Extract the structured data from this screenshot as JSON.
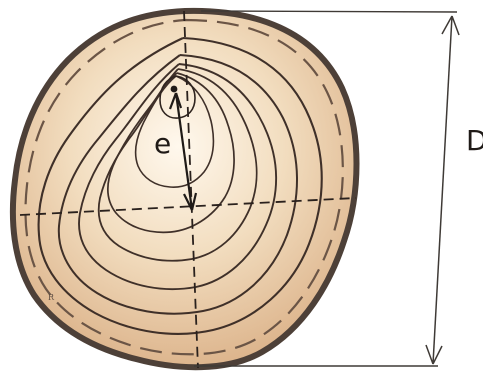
{
  "diagram": {
    "labels": {
      "eccentricity": "e",
      "diameter": "D",
      "signature": "R"
    }
  },
  "colors": {
    "bark": "#4d4038",
    "wood_light": "#f2ddbf",
    "wood_mid": "#e8c8a1",
    "ring": "#3f3029",
    "dash": "#2a211d",
    "dimension": "#3f3a36"
  }
}
